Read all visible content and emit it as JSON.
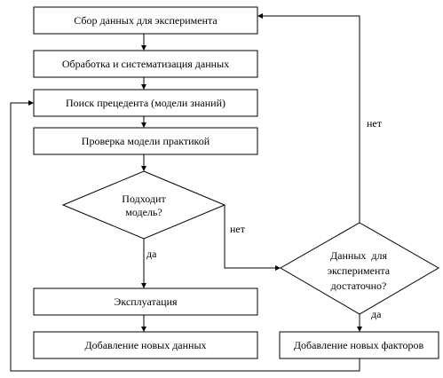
{
  "nodes": {
    "collect": "Сбор данных для эксперимента",
    "process": "Обработка и систематизация данных",
    "search": "Поиск прецедента (модели знаний)",
    "verify": "Проверка модели практикой",
    "fits_line1": "Подходит",
    "fits_line2": "модель?",
    "enough_line1": "Данных  для",
    "enough_line2": "эксперимента",
    "enough_line3": "достаточно?",
    "operate": "Эксплуатация",
    "add_data": "Добавление новых данных",
    "add_factors": "Добавление новых факторов"
  },
  "edges": {
    "yes": "да",
    "no": "нет"
  }
}
